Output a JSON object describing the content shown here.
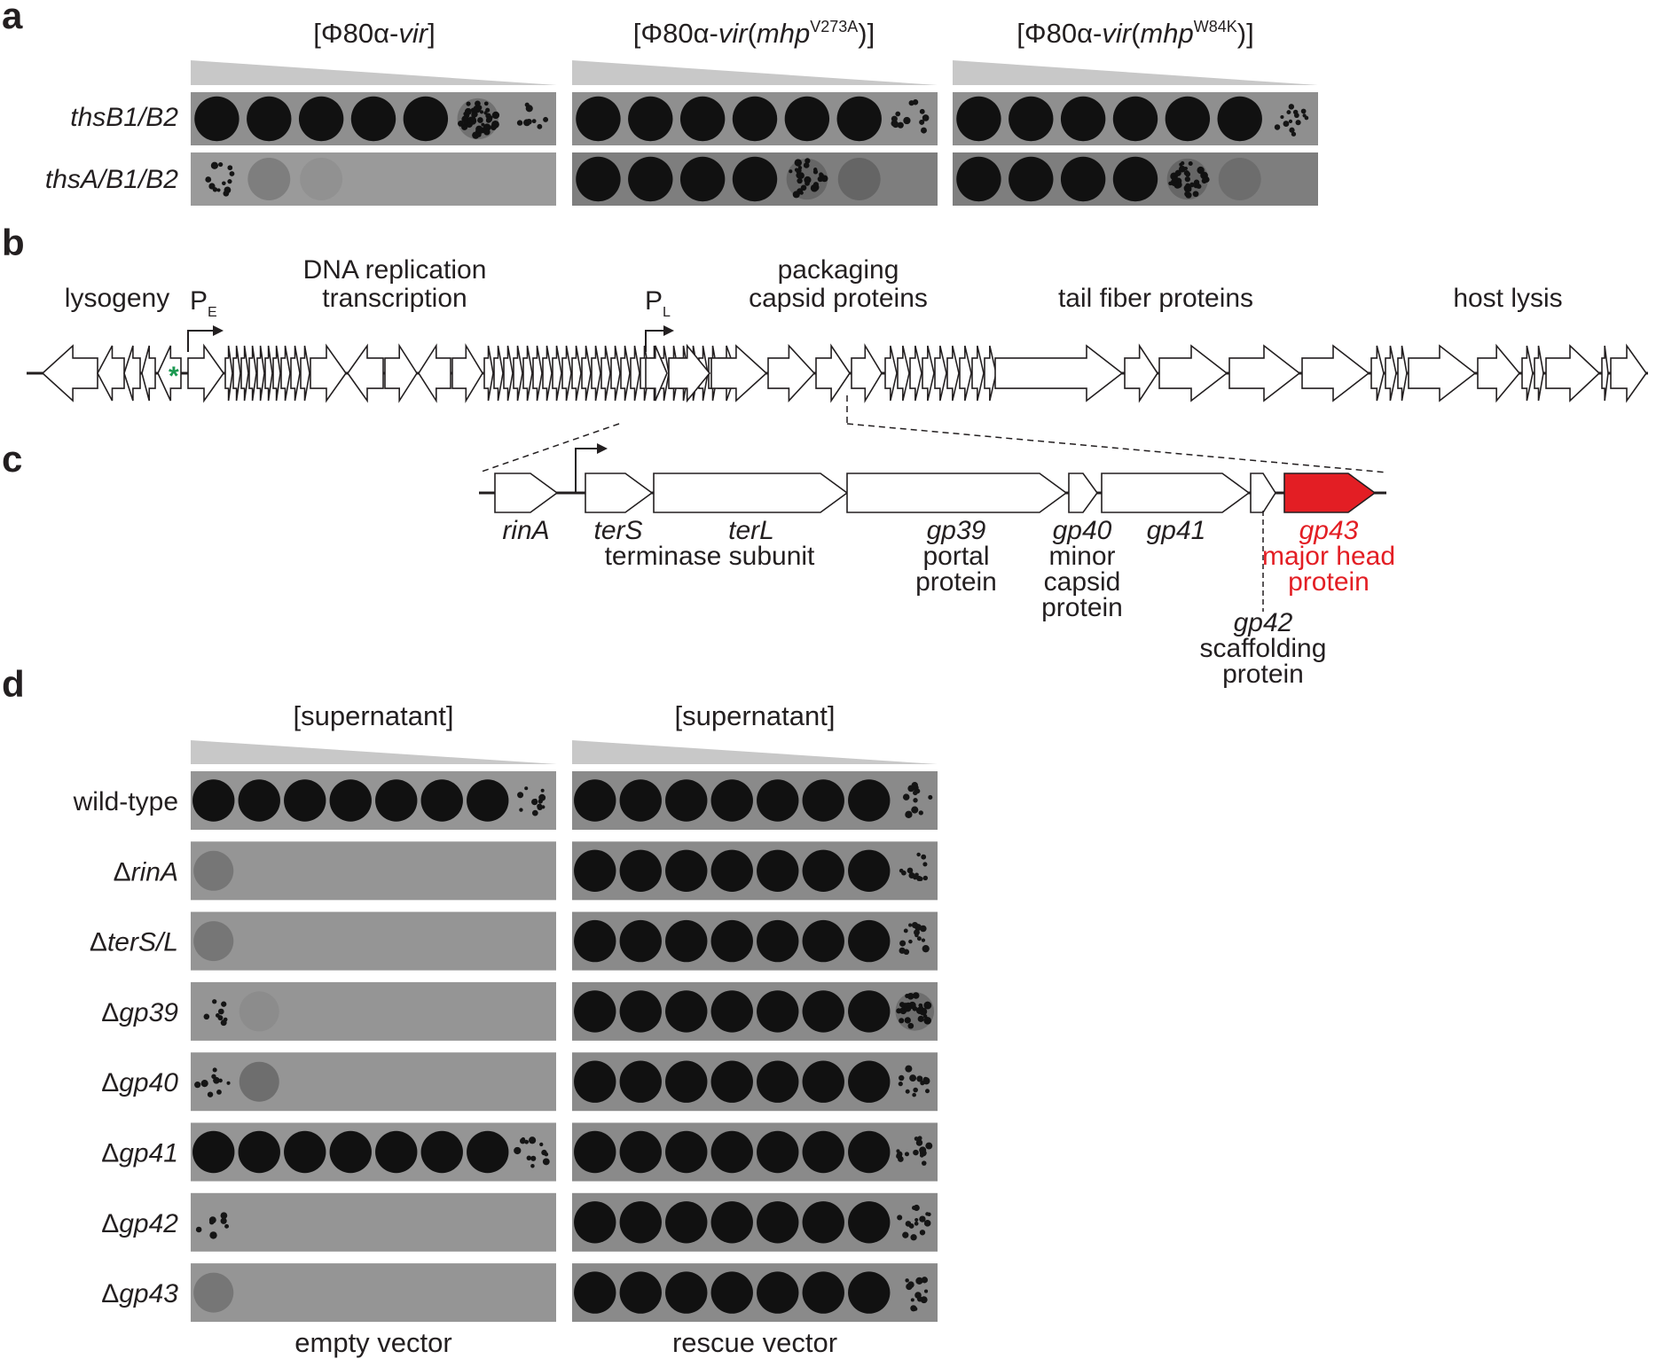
{
  "panel_a": {
    "label": "a",
    "columns": [
      {
        "pre": "[Φ80α-",
        "italic": "vir",
        "mid": "",
        "sup": "",
        "post": "]"
      },
      {
        "pre": "[Φ80α-",
        "italic": "vir",
        "mid": "(",
        "italic2": "mhp",
        "sup": "V273A",
        "post": ")]"
      },
      {
        "pre": "[Φ80α-",
        "italic": "vir",
        "mid": "(",
        "italic2": "mhp",
        "sup": "W84K",
        "post": ")]"
      }
    ],
    "rows": [
      "thsB1/B2",
      "thsA/B1/B2"
    ],
    "plaque_levels": [
      [
        [
          1,
          1,
          1,
          1,
          1,
          0.75,
          0.2
        ],
        [
          1,
          1,
          1,
          1,
          1,
          0.9,
          0.3
        ],
        [
          1,
          1,
          1,
          1,
          1,
          0.9,
          0.35
        ]
      ],
      [
        [
          0.3,
          0.1,
          0.03,
          0,
          0,
          0,
          0
        ],
        [
          1,
          1,
          1,
          0.9,
          0.45,
          0.15,
          0
        ],
        [
          1,
          1,
          1,
          0.9,
          0.55,
          0.1,
          0
        ]
      ]
    ]
  },
  "panel_b": {
    "label": "b",
    "regions": {
      "lysogeny": "lysogeny",
      "dna_replication": "DNA replication",
      "transcription": "transcription",
      "packaging": "packaging",
      "capsid_proteins": "capsid proteins",
      "tail_fiber": "tail fiber proteins",
      "host_lysis": "host lysis"
    },
    "promoter_e": {
      "main": "P",
      "sub": "E"
    },
    "promoter_l": {
      "main": "P",
      "sub": "L"
    },
    "marker_symbol": "*",
    "marker_color": "#1a9850"
  },
  "panel_c": {
    "label": "c",
    "genes": {
      "rinA": "rinA",
      "terS": "terS",
      "terL": "terL",
      "gp39": "gp39",
      "gp40": "gp40",
      "gp41": "gp41",
      "gp42": "gp42",
      "gp43": "gp43"
    },
    "descriptions": {
      "terminase": "terminase subunit",
      "portal_1": "portal",
      "portal_2": "protein",
      "minor_1": "minor",
      "minor_2": "capsid",
      "minor_3": "protein",
      "head_1": "major head",
      "head_2": "protein",
      "scaff_1": "scaffolding",
      "scaff_2": "protein"
    },
    "highlight_color": "#e31e24"
  },
  "panel_d": {
    "label": "d",
    "column_titles": [
      "[supernatant]",
      "[supernatant]"
    ],
    "bottom_labels": [
      "empty vector",
      "rescue vector"
    ],
    "rows": [
      {
        "prefix": "",
        "name": "wild-type",
        "italic": false
      },
      {
        "prefix": "Δ",
        "name": "rinA",
        "italic": true
      },
      {
        "prefix": "Δ",
        "name": "terS/L",
        "italic": true
      },
      {
        "prefix": "Δ",
        "name": "gp39",
        "italic": true
      },
      {
        "prefix": "Δ",
        "name": "gp40",
        "italic": true
      },
      {
        "prefix": "Δ",
        "name": "gp41",
        "italic": true
      },
      {
        "prefix": "Δ",
        "name": "gp42",
        "italic": true
      },
      {
        "prefix": "Δ",
        "name": "gp43",
        "italic": true
      }
    ],
    "plaque_levels_empty": [
      [
        1,
        1,
        1,
        1,
        1,
        1,
        0.9,
        0.3
      ],
      [
        0.12,
        0,
        0,
        0,
        0,
        0,
        0,
        0
      ],
      [
        0.12,
        0,
        0,
        0,
        0,
        0,
        0,
        0
      ],
      [
        0.2,
        0.03,
        0,
        0,
        0,
        0,
        0,
        0
      ],
      [
        0.25,
        0.15,
        0,
        0,
        0,
        0,
        0,
        0
      ],
      [
        1,
        1,
        1,
        1,
        1,
        1,
        1,
        0.3
      ],
      [
        0.18,
        0,
        0,
        0,
        0,
        0,
        0,
        0
      ],
      [
        0.12,
        0,
        0,
        0,
        0,
        0,
        0,
        0
      ]
    ],
    "plaque_levels_rescue": [
      [
        1,
        1,
        1,
        1,
        1,
        1,
        1,
        0.3
      ],
      [
        1,
        1,
        1,
        1,
        1,
        1,
        0.9,
        0.3
      ],
      [
        1,
        1,
        1,
        1,
        1,
        1,
        1,
        0.35
      ],
      [
        1,
        1,
        1,
        1,
        1,
        1,
        1,
        0.4
      ],
      [
        1,
        1,
        1,
        1,
        1,
        1,
        1,
        0.3
      ],
      [
        1,
        1,
        1,
        1,
        1,
        1,
        1,
        0.35
      ],
      [
        1,
        1,
        1,
        1,
        1,
        1,
        1,
        0.35
      ],
      [
        1,
        1,
        1,
        1,
        1,
        1,
        1,
        0.3
      ]
    ]
  }
}
